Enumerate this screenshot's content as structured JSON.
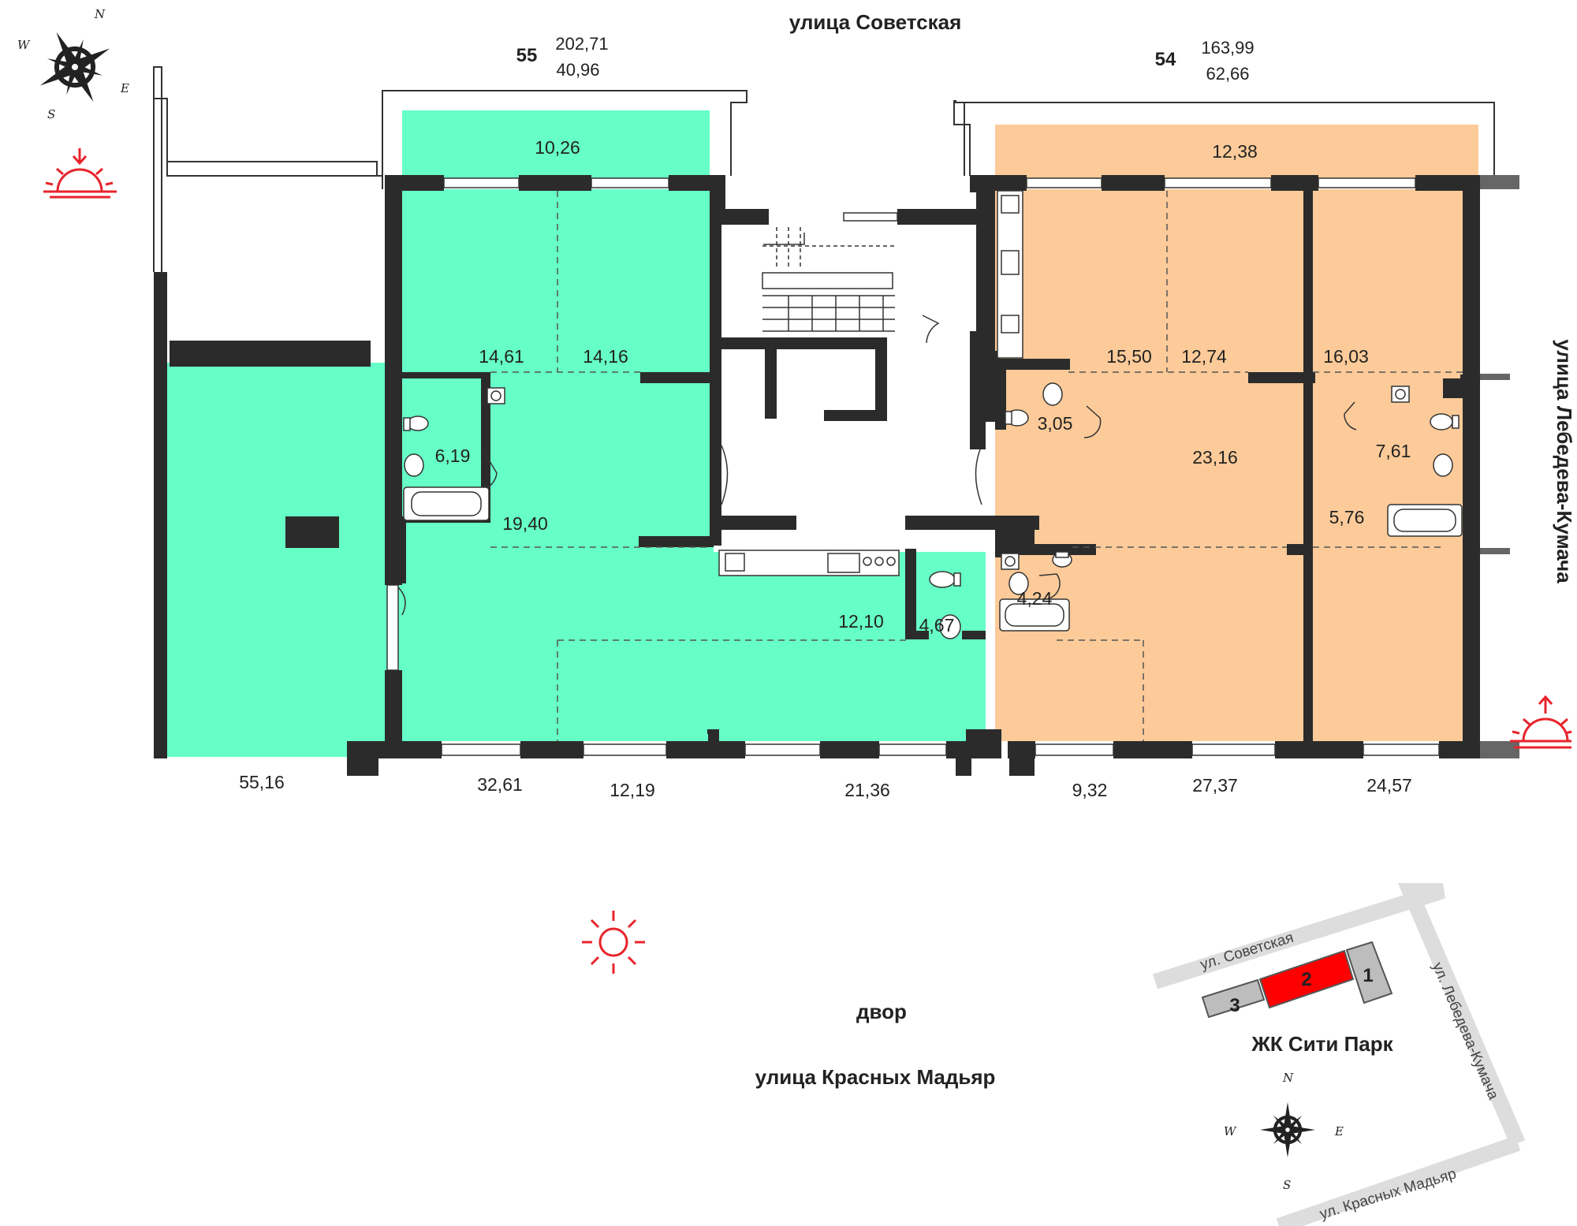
{
  "streets": {
    "north": "улица Советская",
    "east": "улица Лебедева-Кумача",
    "south_yard": "двор",
    "south": "улица Красных Мадьяр"
  },
  "units": [
    {
      "number": "55",
      "total_area": "202,71",
      "secondary_area": "40,96",
      "color": "#66ffc7"
    },
    {
      "number": "54",
      "total_area": "163,99",
      "secondary_area": "62,66",
      "color": "#fccb99"
    }
  ],
  "rooms": [
    {
      "label": "10,26",
      "unit": "55"
    },
    {
      "label": "14,61",
      "unit": "55"
    },
    {
      "label": "14,16",
      "unit": "55"
    },
    {
      "label": "6,19",
      "unit": "55"
    },
    {
      "label": "19,40",
      "unit": "55"
    },
    {
      "label": "55,16",
      "unit": "55"
    },
    {
      "label": "32,61",
      "unit": "55"
    },
    {
      "label": "12,19",
      "unit": "55"
    },
    {
      "label": "21,36",
      "unit": "55"
    },
    {
      "label": "4,67",
      "unit": "55"
    },
    {
      "label": "12,10",
      "unit": "55"
    },
    {
      "label": "12,38",
      "unit": "54"
    },
    {
      "label": "15,50",
      "unit": "54"
    },
    {
      "label": "12,74",
      "unit": "54"
    },
    {
      "label": "16,03",
      "unit": "54"
    },
    {
      "label": "3,05",
      "unit": "54"
    },
    {
      "label": "23,16",
      "unit": "54"
    },
    {
      "label": "7,61",
      "unit": "54"
    },
    {
      "label": "5,76",
      "unit": "54"
    },
    {
      "label": "4,24",
      "unit": "54"
    },
    {
      "label": "9,32",
      "unit": "54"
    },
    {
      "label": "27,37",
      "unit": "54"
    },
    {
      "label": "24,57",
      "unit": "54"
    }
  ],
  "compass": {
    "n": "N",
    "s": "S",
    "e": "E",
    "w": "W"
  },
  "site_map": {
    "title": "ЖК Сити Парк",
    "streets": [
      "ул. Советская",
      "ул. Лебедева-Кумача",
      "ул. Красных Мадьяр"
    ],
    "buildings": [
      {
        "label": "1",
        "highlighted": false
      },
      {
        "label": "2",
        "highlighted": true
      },
      {
        "label": "3",
        "highlighted": false
      }
    ],
    "highlight_color": "#ff0000"
  },
  "sun_icons": [
    "sunrise-icon",
    "sunset-icon",
    "sun-icon"
  ],
  "colors": {
    "walls": "#2b2b2b",
    "sun": "#e8242c"
  }
}
